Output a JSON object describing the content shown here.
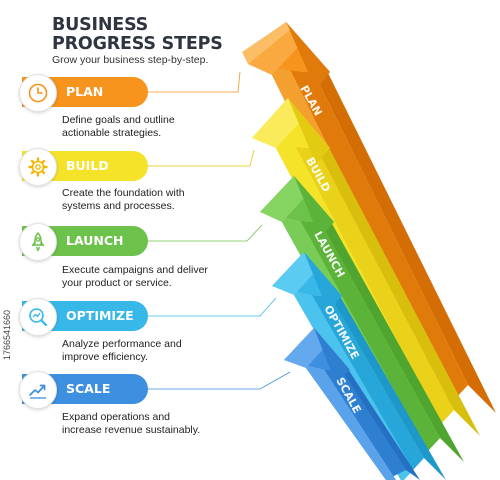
{
  "header": {
    "title_line1": "BUSINESS",
    "title_line2": "PROGRESS STEPS",
    "subtitle": "Grow your business step-by-step."
  },
  "steps": [
    {
      "label": "PLAN",
      "icon": "clock-icon",
      "color": "#F7941D",
      "description": "Define goals and outline actionable strategies."
    },
    {
      "label": "BUILD",
      "icon": "gear-icon",
      "color": "#F5E32A",
      "description": "Create the foundation with systems and processes."
    },
    {
      "label": "LAUNCH",
      "icon": "rocket-icon",
      "color": "#6CC24A",
      "description": "Execute campaigns and deliver your product or service."
    },
    {
      "label": "OPTIMIZE",
      "icon": "magnifier-chart-icon",
      "color": "#37B8E8",
      "description": "Analyze performance and improve efficiency."
    },
    {
      "label": "SCALE",
      "icon": "growth-chart-icon",
      "color": "#3D8FE0",
      "description": "Expand operations and increase revenue sustainably."
    }
  ],
  "stock_id": "1766541660"
}
